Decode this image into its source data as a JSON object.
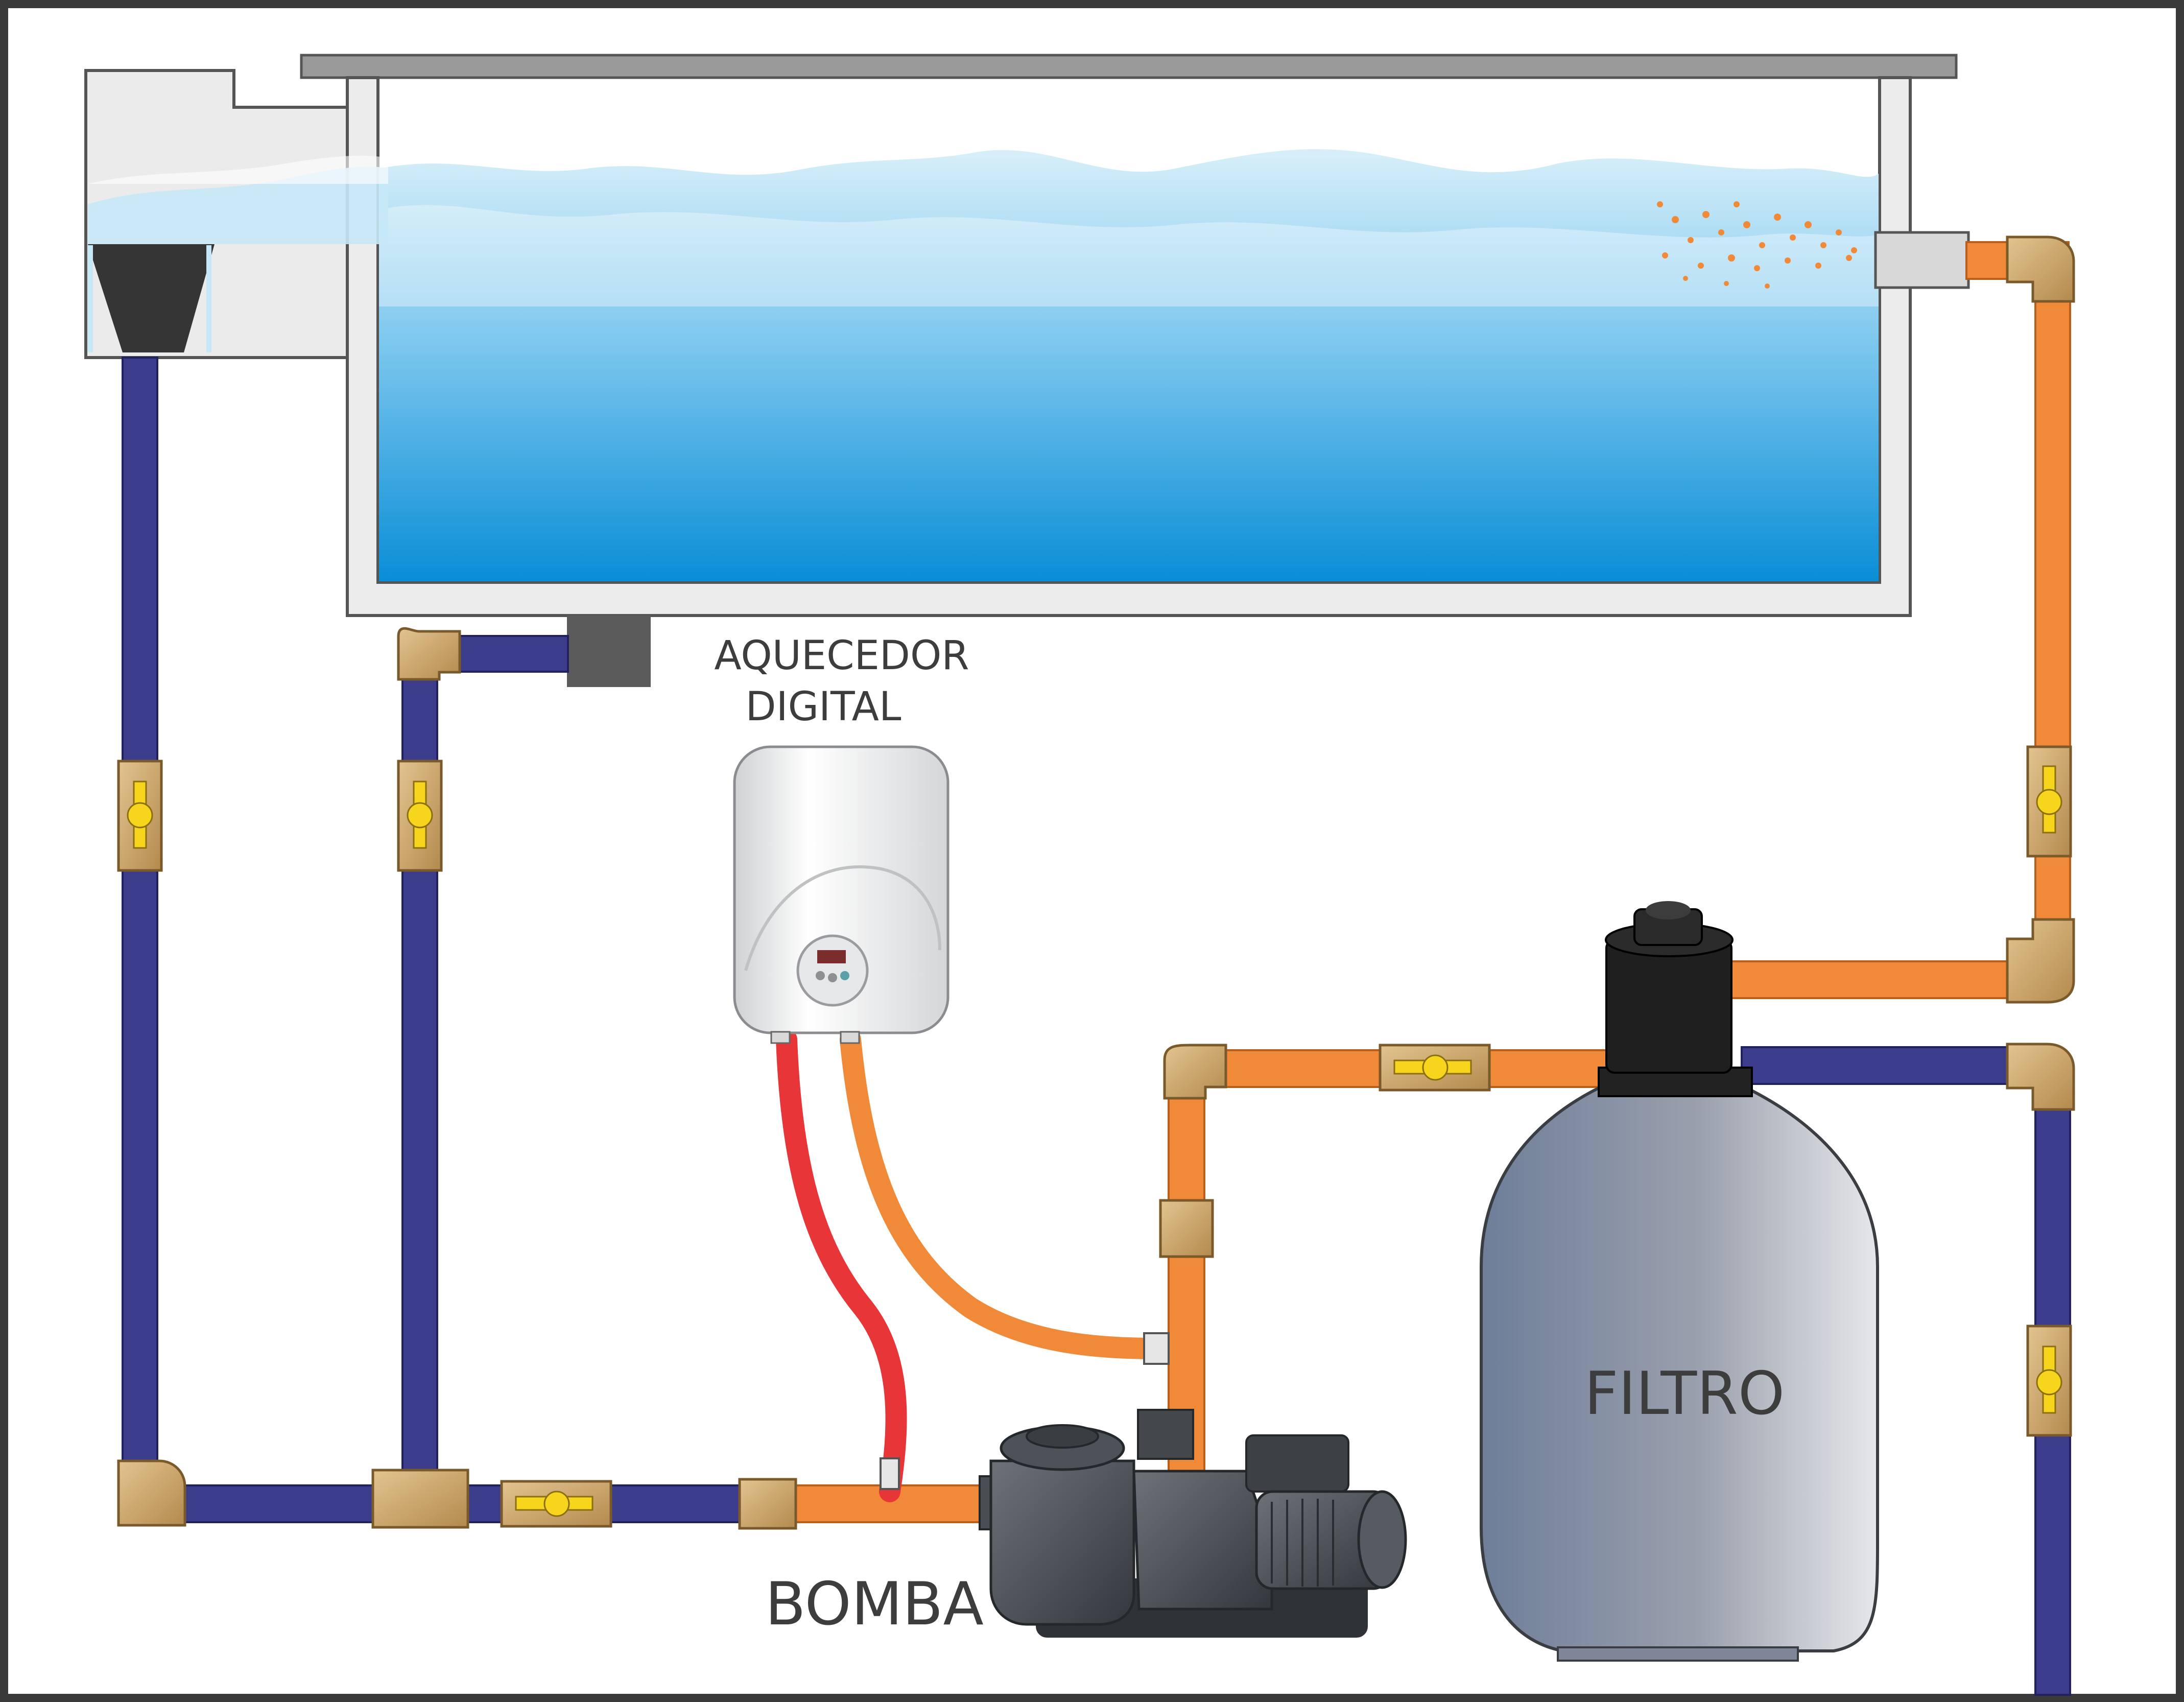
{
  "labels": {
    "heater_line1": "AQUECEDOR",
    "heater_line2": "DIGITAL",
    "pump": "BOMBA",
    "filter": "FILTRO"
  },
  "colors": {
    "suction_pipe": "#3c3c8c",
    "return_pipe": "#f18a38",
    "hot_hose": "#e83538",
    "fitting_bronze": "#c9a36a",
    "valve_handle": "#f7d51d",
    "water_top": "#cfeaf7",
    "water_bottom": "#0f8fd6",
    "filter_tank_left": "#6e7e99",
    "filter_tank_right": "#e2e3e6",
    "frame": "#3a3a3a",
    "pool_wall": "#ededed"
  }
}
